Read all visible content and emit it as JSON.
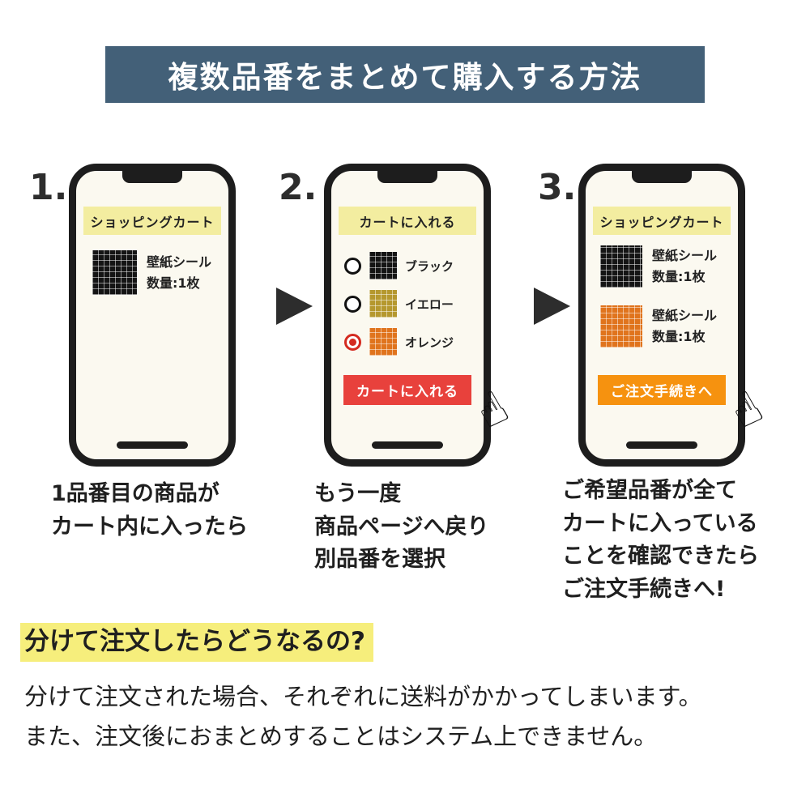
{
  "header": {
    "title": "複数品番をまとめて購入する方法"
  },
  "colors": {
    "header_bg": "#436078",
    "phone_banner_bg": "#f3eda0",
    "phone_screen_bg": "#fbf9f0",
    "add_to_cart_button": "#e8413c",
    "checkout_button": "#f6920f",
    "selected_radio": "#d42b20",
    "heading_highlight": "#f6ee7c",
    "swatch_black": "#141414",
    "swatch_yellow": "#b5982e",
    "swatch_orange": "#e0741d"
  },
  "icons": {
    "hand_cursor": "☝"
  },
  "steps": [
    {
      "number": "1.",
      "banner": "ショッピングカート",
      "items": [
        {
          "swatch": "black",
          "name": "壁紙シール",
          "quantity": "数量:1枚"
        }
      ],
      "caption": "1品番目の商品が\nカート内に入ったら"
    },
    {
      "number": "2.",
      "banner": "カートに入れる",
      "options": [
        {
          "swatch": "black",
          "label": "ブラック",
          "selected": false
        },
        {
          "swatch": "yellow",
          "label": "イエロー",
          "selected": false
        },
        {
          "swatch": "orange",
          "label": "オレンジ",
          "selected": true
        }
      ],
      "button": "カートに入れる",
      "caption": "もう一度\n商品ページへ戻り\n別品番を選択"
    },
    {
      "number": "3.",
      "banner": "ショッピングカート",
      "items": [
        {
          "swatch": "black",
          "name": "壁紙シール",
          "quantity": "数量:1枚"
        },
        {
          "swatch": "orange",
          "name": "壁紙シール",
          "quantity": "数量:1枚"
        }
      ],
      "button": "ご注文手続きへ",
      "caption": "ご希望品番が全て\nカートに入っている\nことを確認できたら\nご注文手続きへ!"
    }
  ],
  "footer": {
    "heading": "分けて注文したらどうなるの?",
    "body": "分けて注文された場合、それぞれに送料がかかってしまいます。\nまた、注文後におまとめすることはシステム上できません。"
  }
}
